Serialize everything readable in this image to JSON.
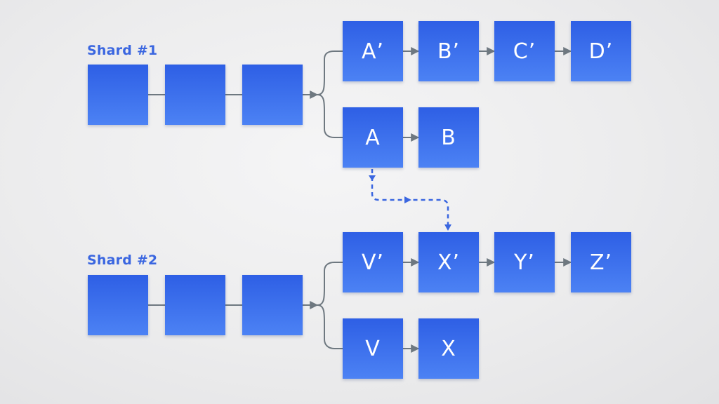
{
  "diagram": {
    "colors": {
      "block": "#3b6fee",
      "connector": "#6e7880",
      "dashed_arrow": "#3a66e0",
      "label": "#3a66e0",
      "background": "#ededee"
    },
    "shards": [
      {
        "label": "Shard #1",
        "chain": [
          "",
          "",
          ""
        ],
        "fork_upper": [
          "A’",
          "B’",
          "C’",
          "D’"
        ],
        "fork_lower": [
          "A",
          "B"
        ]
      },
      {
        "label": "Shard #2",
        "chain": [
          "",
          "",
          ""
        ],
        "fork_upper": [
          "V’",
          "X’",
          "Y’",
          "Z’"
        ],
        "fork_lower": [
          "V",
          "X"
        ]
      }
    ],
    "cross_link": {
      "from": "A",
      "to": "X’",
      "style": "dashed"
    }
  }
}
